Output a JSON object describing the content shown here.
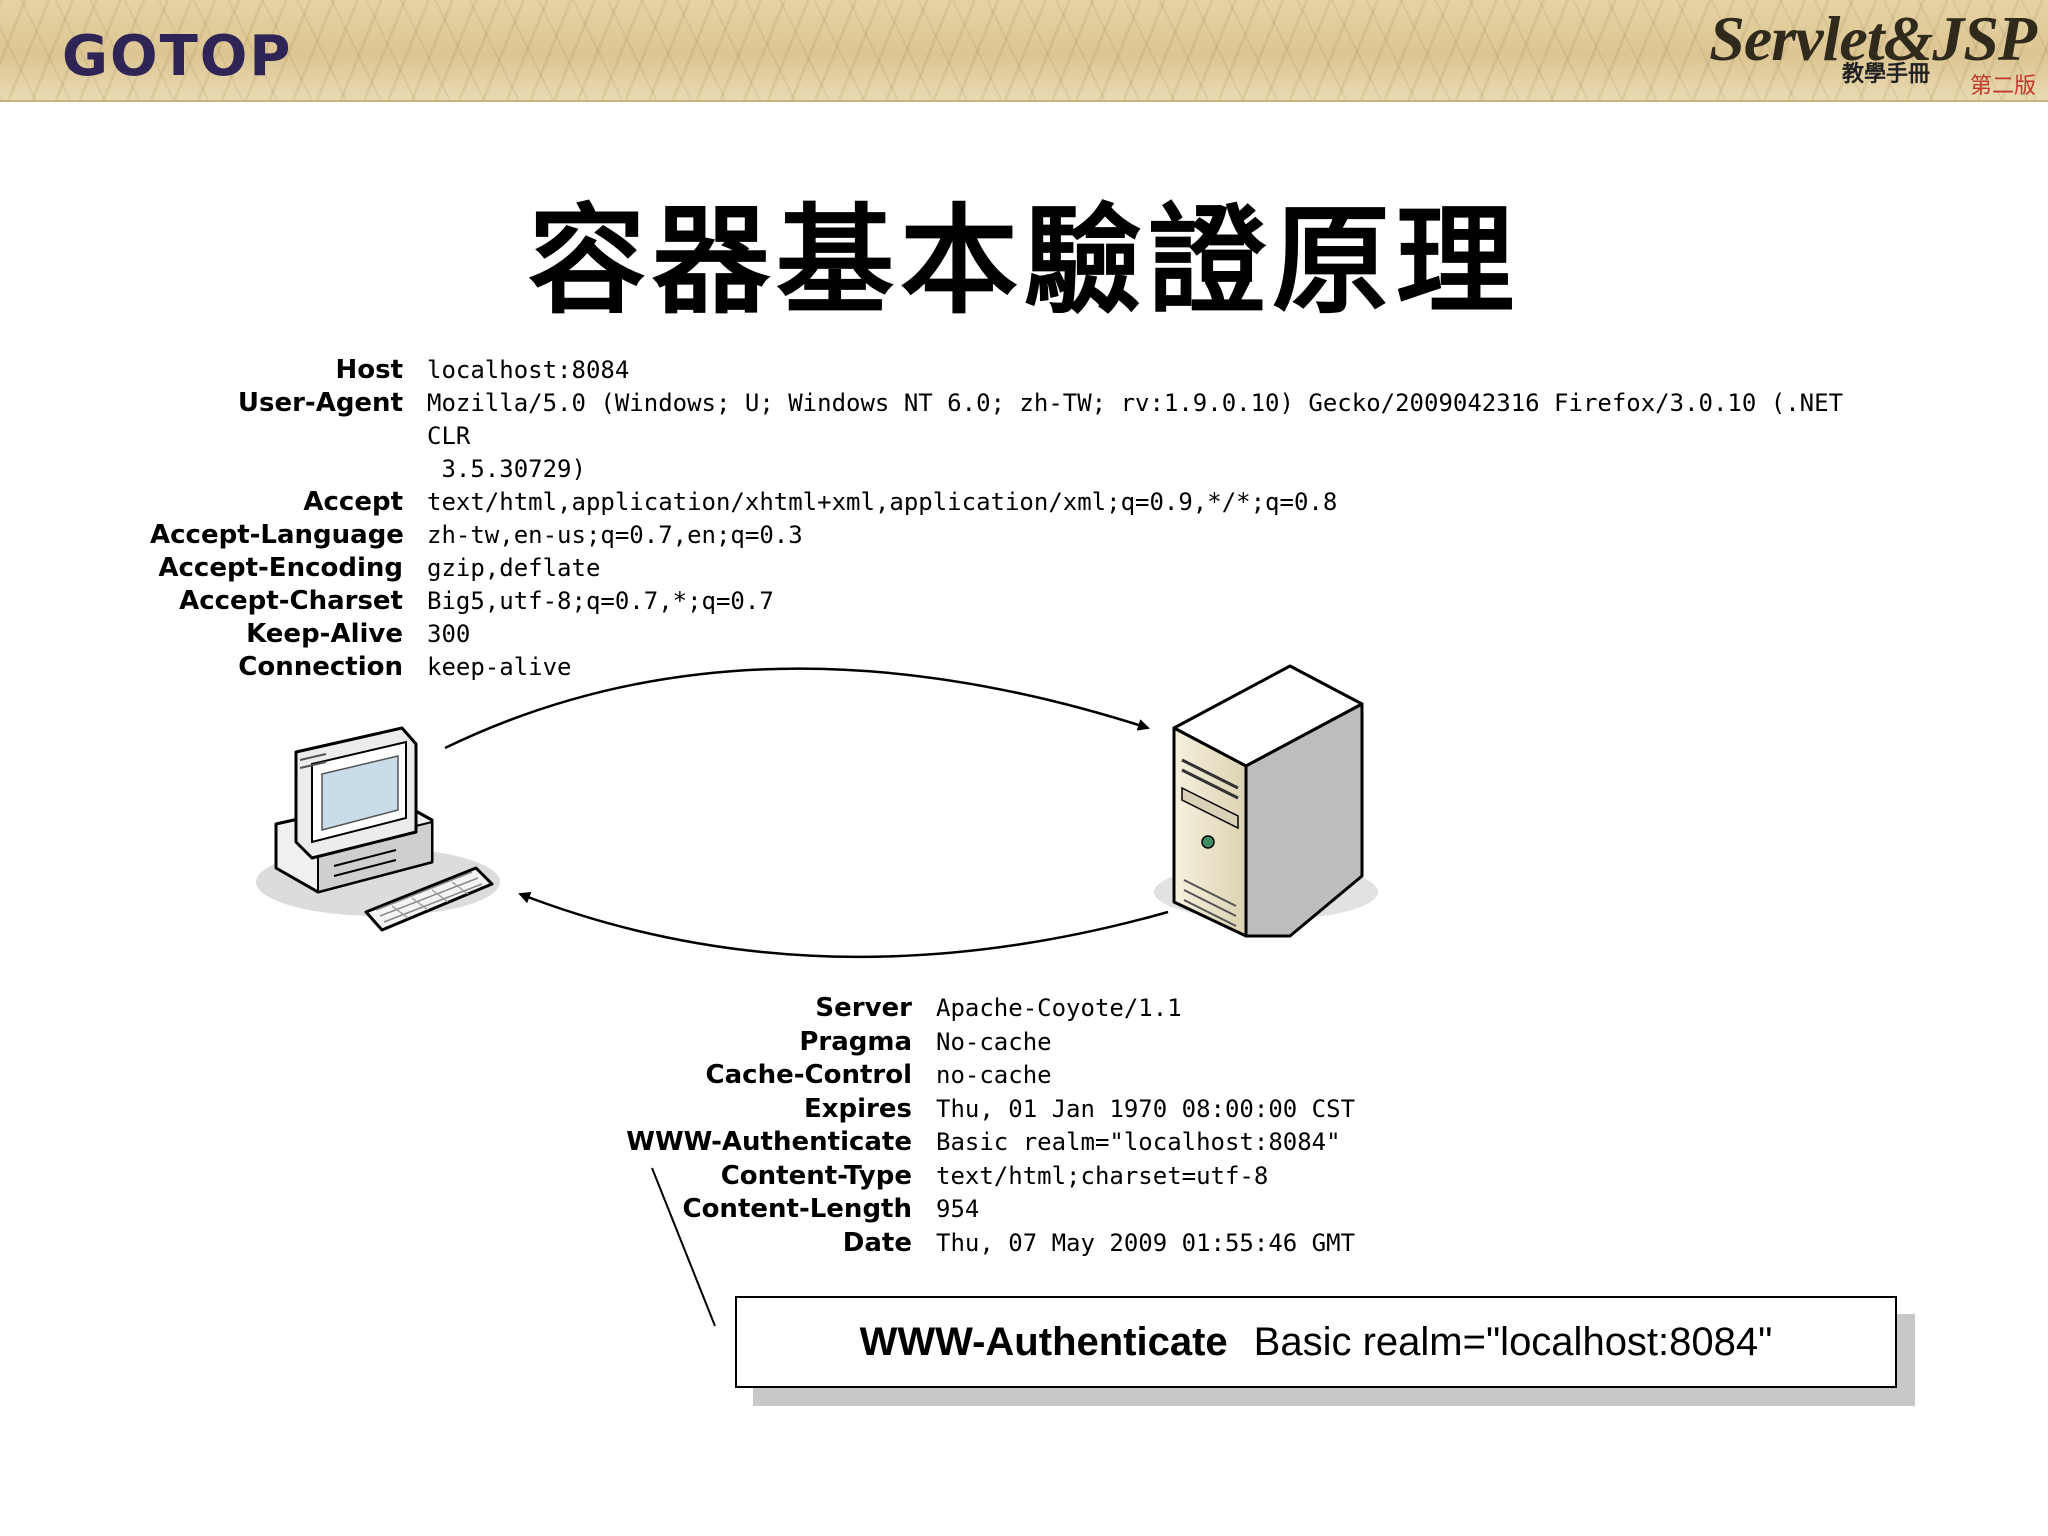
{
  "header": {
    "logo_text": "GOTOP",
    "brand_title": "Servlet&JSP",
    "brand_subtitle": "教學手冊",
    "brand_edition": "第二版"
  },
  "title": "容器基本驗證原理",
  "request_headers": [
    {
      "key": "Host",
      "value": "localhost:8084"
    },
    {
      "key": "User-Agent",
      "value": "Mozilla/5.0 (Windows; U; Windows NT 6.0; zh-TW; rv:1.9.0.10) Gecko/2009042316 Firefox/3.0.10 (.NET CLR\n 3.5.30729)"
    },
    {
      "key": "Accept",
      "value": "text/html,application/xhtml+xml,application/xml;q=0.9,*/*;q=0.8"
    },
    {
      "key": "Accept-Language",
      "value": "zh-tw,en-us;q=0.7,en;q=0.3"
    },
    {
      "key": "Accept-Encoding",
      "value": "gzip,deflate"
    },
    {
      "key": "Accept-Charset",
      "value": "Big5,utf-8;q=0.7,*;q=0.7"
    },
    {
      "key": "Keep-Alive",
      "value": "300"
    },
    {
      "key": "Connection",
      "value": "keep-alive"
    }
  ],
  "response_headers": [
    {
      "key": "Server",
      "value": "Apache-Coyote/1.1"
    },
    {
      "key": "Pragma",
      "value": "No-cache"
    },
    {
      "key": "Cache-Control",
      "value": "no-cache"
    },
    {
      "key": "Expires",
      "value": "Thu, 01 Jan 1970 08:00:00 CST"
    },
    {
      "key": "WWW-Authenticate",
      "value": "Basic realm=\"localhost:8084\""
    },
    {
      "key": "Content-Type",
      "value": "text/html;charset=utf-8"
    },
    {
      "key": "Content-Length",
      "value": "954"
    },
    {
      "key": "Date",
      "value": "Thu, 07 May 2009 01:55:46 GMT"
    }
  ],
  "callout": {
    "key": "WWW-Authenticate",
    "value": "Basic realm=\"localhost:8084\""
  }
}
